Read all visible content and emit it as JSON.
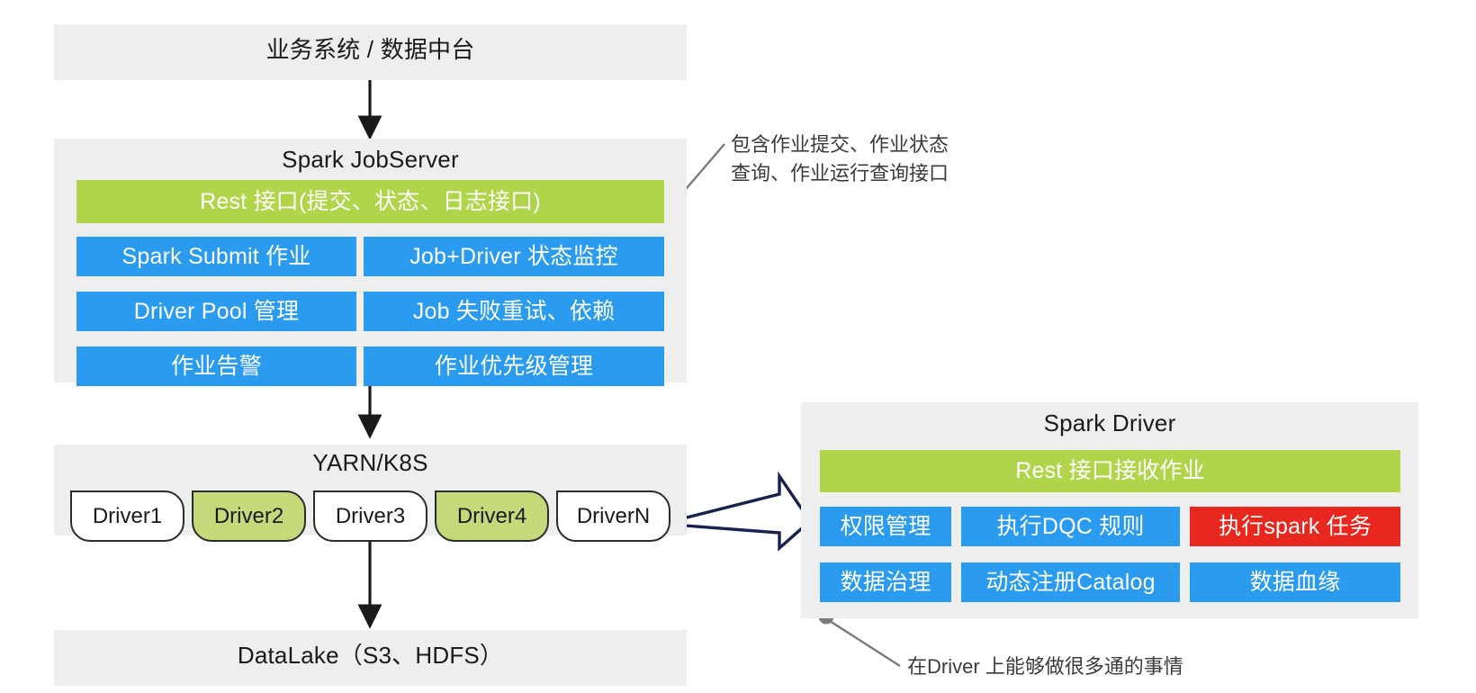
{
  "diagram": {
    "title_top": "业务系统 / 数据中台",
    "jobserver": {
      "title": "Spark JobServer",
      "rest_bar": "Rest 接口(提交、状态、日志接口)",
      "features": [
        "Spark Submit 作业",
        "Job+Driver 状态监控",
        "Driver Pool 管理",
        "Job 失败重试、依赖",
        "作业告警",
        "作业优先级管理"
      ]
    },
    "yarn": {
      "title": "YARN/K8S",
      "drivers": [
        {
          "label": "Driver1",
          "highlight": false
        },
        {
          "label": "Driver2",
          "highlight": true
        },
        {
          "label": "Driver3",
          "highlight": false
        },
        {
          "label": "Driver4",
          "highlight": true
        },
        {
          "label": "DriverN",
          "highlight": false
        }
      ]
    },
    "datalake": {
      "title": "DataLake（S3、HDFS）"
    },
    "spark_driver": {
      "title": "Spark Driver",
      "rest_bar": "Rest 接口接收作业",
      "capabilities": [
        {
          "label": "权限管理",
          "color": "blue"
        },
        {
          "label": "执行DQC 规则",
          "color": "blue"
        },
        {
          "label": "执行spark 任务",
          "color": "red"
        },
        {
          "label": "数据治理",
          "color": "blue"
        },
        {
          "label": "动态注册Catalog",
          "color": "blue"
        },
        {
          "label": "数据血缘",
          "color": "blue"
        }
      ]
    },
    "annotations": {
      "rest_note": "包含作业提交、作业状态\n查询、作业运行查询接口",
      "driver_note": "在Driver 上能够做很多通的事情"
    },
    "colors": {
      "panel_bg": "#eeeeee",
      "green": "#b0d44a",
      "blue": "#2b9bf0",
      "red": "#e8271e",
      "olive": "#c5d97a",
      "arrow_dark": "#1a1a1a",
      "arrow_navy": "#17224f",
      "leader_grey": "#6e6e6e"
    }
  }
}
